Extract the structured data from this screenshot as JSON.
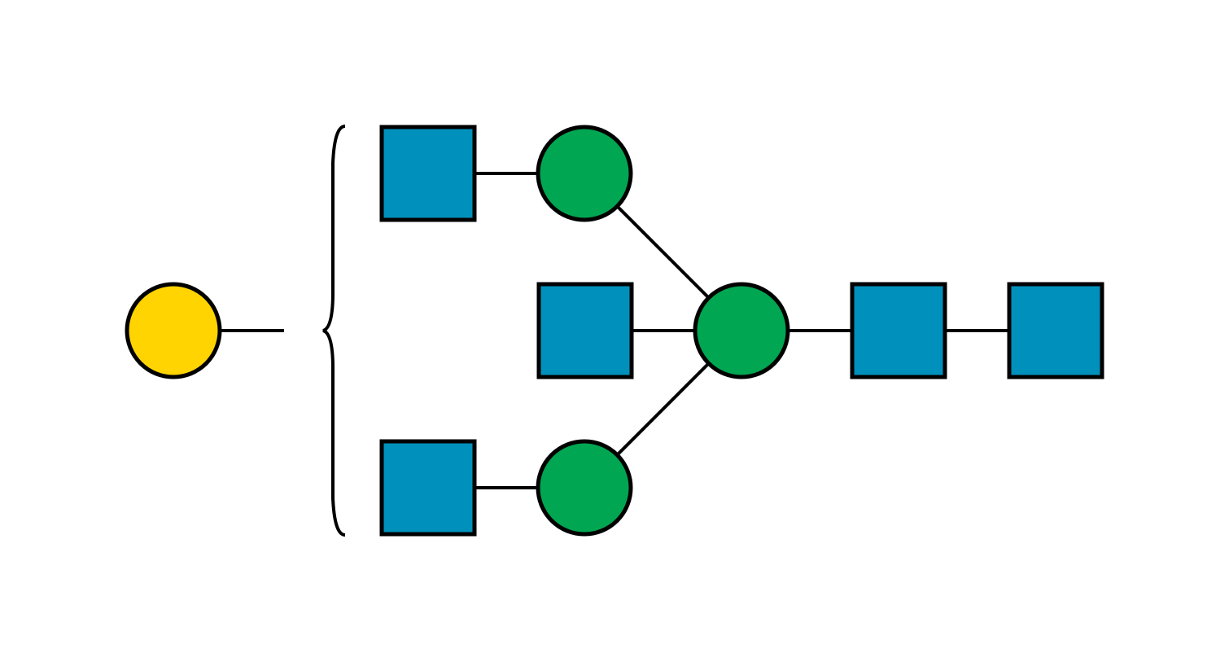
{
  "diagram": {
    "type": "glycan-structure",
    "colors": {
      "background": "#ffffff",
      "line": "#000000",
      "glcnac": "#0090bc",
      "mannose": "#00a651",
      "galactose": "#ffd400"
    },
    "residues": [
      {
        "id": "gal-antenna",
        "kind": "galactose",
        "shape": "circle",
        "icon": "yellow-circle"
      },
      {
        "id": "glcnac-top",
        "kind": "glcnac",
        "shape": "square",
        "icon": "blue-square"
      },
      {
        "id": "man-top",
        "kind": "mannose",
        "shape": "circle",
        "icon": "green-circle"
      },
      {
        "id": "glcnac-bisect",
        "kind": "glcnac",
        "shape": "square",
        "icon": "blue-square"
      },
      {
        "id": "man-core",
        "kind": "mannose",
        "shape": "circle",
        "icon": "green-circle"
      },
      {
        "id": "glcnac-core-1",
        "kind": "glcnac",
        "shape": "square",
        "icon": "blue-square"
      },
      {
        "id": "glcnac-core-2",
        "kind": "glcnac",
        "shape": "square",
        "icon": "blue-square"
      },
      {
        "id": "glcnac-bottom",
        "kind": "glcnac",
        "shape": "square",
        "icon": "blue-square"
      },
      {
        "id": "man-bottom",
        "kind": "mannose",
        "shape": "circle",
        "icon": "green-circle"
      }
    ],
    "linkages": [
      [
        "glcnac-top",
        "man-top"
      ],
      [
        "man-top",
        "man-core"
      ],
      [
        "glcnac-bisect",
        "man-core"
      ],
      [
        "man-core",
        "glcnac-core-1"
      ],
      [
        "glcnac-core-1",
        "glcnac-core-2"
      ],
      [
        "glcnac-bottom",
        "man-bottom"
      ],
      [
        "man-bottom",
        "man-core"
      ]
    ],
    "bracket": {
      "icon": "curly-brace",
      "attached_residue": "gal-antenna"
    }
  }
}
